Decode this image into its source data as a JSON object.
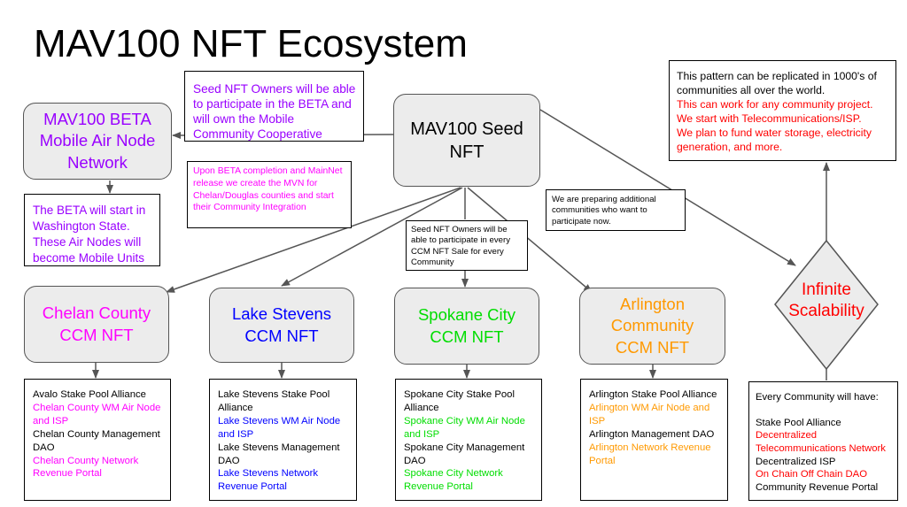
{
  "title": "MAV100 NFT Ecosystem",
  "colors": {
    "purple": "#9900ff",
    "magenta": "#ff00ff",
    "blue": "#0000ff",
    "green": "#00dd00",
    "orange": "#ff9900",
    "red": "#ff0000",
    "black": "#000000"
  },
  "seed": {
    "label": "MAV100 Seed NFT"
  },
  "seed_owner_note": "Seed NFT Owners will be able to participate in the BETA and will own the Mobile Community Cooperative",
  "beta": {
    "label": "MAV100 BETA Mobile Air Node Network",
    "desc": "The BETA will start in Washington State. These Air Nodes will become Mobile Units"
  },
  "beta_completion_note": "Upon BETA completion and MainNet release we create the MVN for Chelan/Douglas counties and start their Community Integration",
  "ccm_sale_note": "Seed NFT Owners will be able to participate in every CCM NFT Sale for every Community",
  "preparing_note": "We are preparing additional communities who want to participate now.",
  "pattern_note": {
    "line1": "This pattern can be replicated in 1000's of communities all over the world.",
    "line2": "This can work for any community project.",
    "line3": "We start with Telecommunications/ISP.",
    "line4": "We plan to fund water storage, electricity generation, and more."
  },
  "infinite": {
    "label": "Infinite Scalability"
  },
  "communities": [
    {
      "label": "Chelan County CCM NFT",
      "items": [
        "Avalo Stake Pool  Alliance",
        "Chelan County WM Air Node and ISP",
        "Chelan County Management DAO",
        "Chelan County Network Revenue Portal"
      ]
    },
    {
      "label": "Lake Stevens CCM NFT",
      "items": [
        "Lake Stevens Stake Pool Alliance",
        "Lake Stevens WM Air Node and ISP",
        "Lake Stevens Management DAO",
        "Lake Stevens Network Revenue Portal"
      ]
    },
    {
      "label": "Spokane City CCM NFT",
      "items": [
        "Spokane City Stake Pool Alliance",
        "Spokane City WM Air Node and ISP",
        "Spokane City Management DAO",
        "Spokane City Network Revenue Portal"
      ]
    },
    {
      "label": "Arlington Community CCM NFT",
      "items": [
        "Arlington Stake Pool Alliance",
        "Arlington WM Air Node and ISP",
        "Arlington Management DAO",
        "Arlington Network Revenue Portal"
      ]
    }
  ],
  "every_community": {
    "heading": "Every Community will have:",
    "items": [
      "Stake Pool Alliance",
      "Decentralized Telecommunications Network",
      "Decentralized ISP",
      "On Chain Off Chain DAO",
      "Community Revenue Portal"
    ]
  }
}
